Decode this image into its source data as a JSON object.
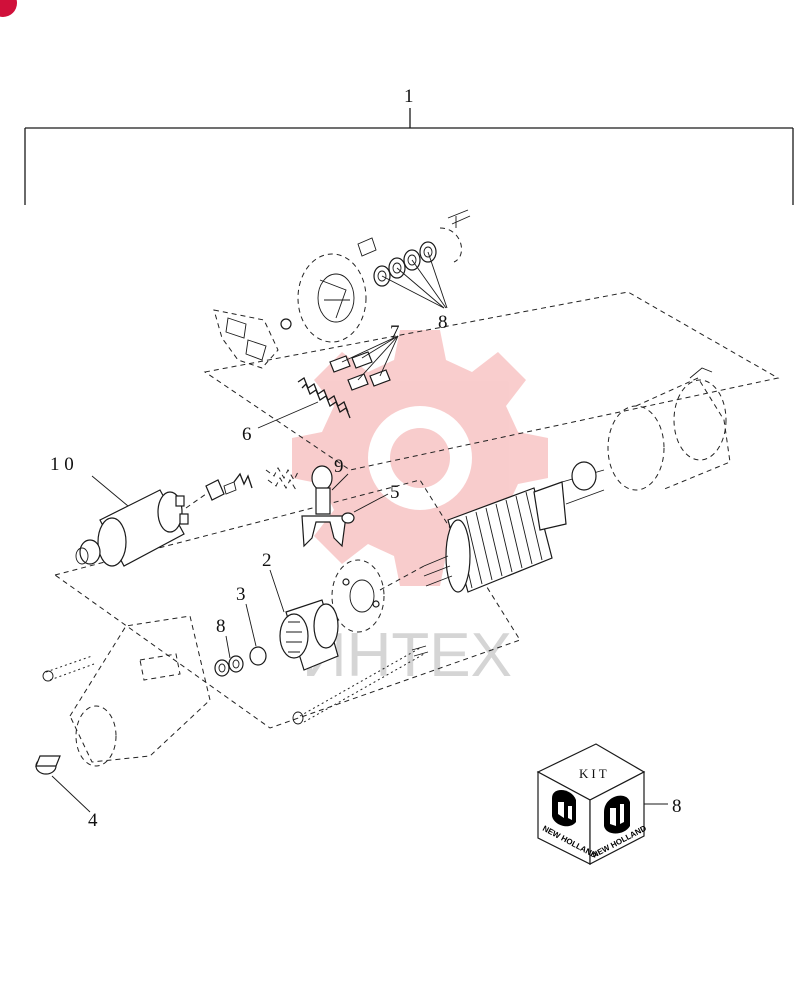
{
  "diagram": {
    "callouts": {
      "assembly": "1",
      "drive_pinion": "2",
      "bushing_front": "3",
      "bushing_rear": "4",
      "pivot_clip": "5",
      "brush_spring": "6",
      "brush_set": "7",
      "washer_kit_upper": "8",
      "washer_kit_lower": "8",
      "kit_pointer": "8",
      "shift_lever": "9",
      "solenoid": "1 0"
    },
    "kit_box": {
      "label": "KIT",
      "brand_left": "NEW HOLLAND",
      "brand_right": "NEW HOLLAND"
    },
    "watermark": {
      "text": "ИНТЕХ",
      "color": "#e84a4a"
    },
    "colors": {
      "corner_badge": "#d0103a",
      "line": "#1a1a1a"
    }
  }
}
